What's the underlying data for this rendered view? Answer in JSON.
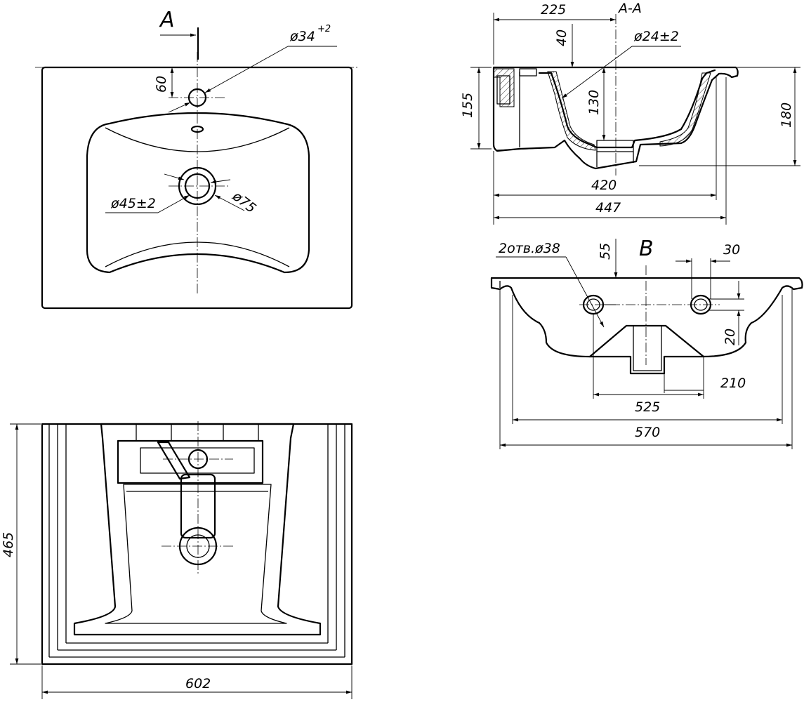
{
  "view_a": {
    "label": "A",
    "hole_tap": "ø34",
    "hole_tap_tol": "+2",
    "dist_60": "60",
    "drain": "ø45±2",
    "drain_outer": "ø75"
  },
  "section_aa": {
    "label": "A-A",
    "dim_225": "225",
    "dim_40": "40",
    "overflow": "ø24±2",
    "dim_155": "155",
    "dim_130": "130",
    "dim_180": "180",
    "dim_420": "420",
    "dim_447": "447"
  },
  "view_b": {
    "label": "B",
    "holes": "2отв.ø38",
    "dim_55": "55",
    "dim_30": "30",
    "dim_20": "20",
    "dim_210": "210",
    "dim_525": "525",
    "dim_570": "570"
  },
  "bottom_view": {
    "dim_465": "465",
    "dim_602": "602"
  }
}
